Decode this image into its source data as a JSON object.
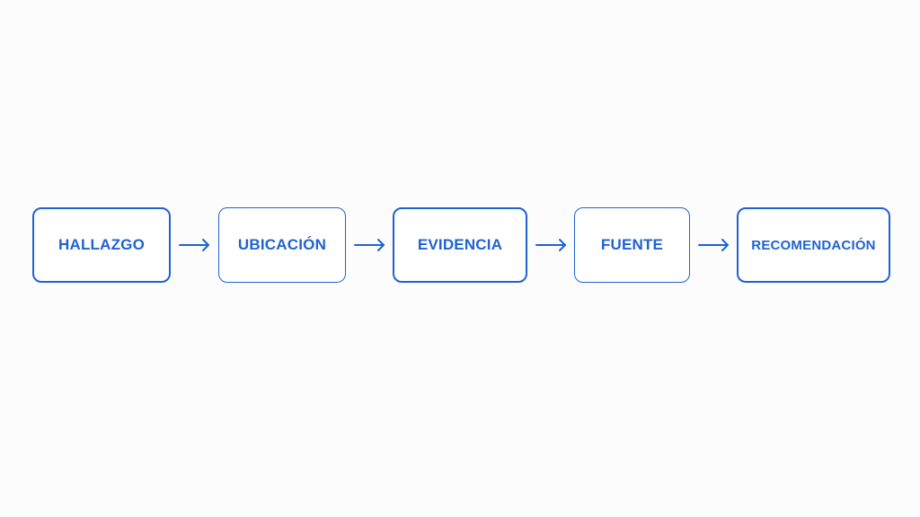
{
  "flow": {
    "accent_color": "#1f62d3",
    "steps": [
      {
        "label": "HALLAZGO"
      },
      {
        "label": "UBICACIÓN"
      },
      {
        "label": "EVIDENCIA"
      },
      {
        "label": "FUENTE"
      },
      {
        "label": "RECOMENDACIÓN"
      }
    ],
    "arrow_icon": "arrow-right-icon"
  }
}
